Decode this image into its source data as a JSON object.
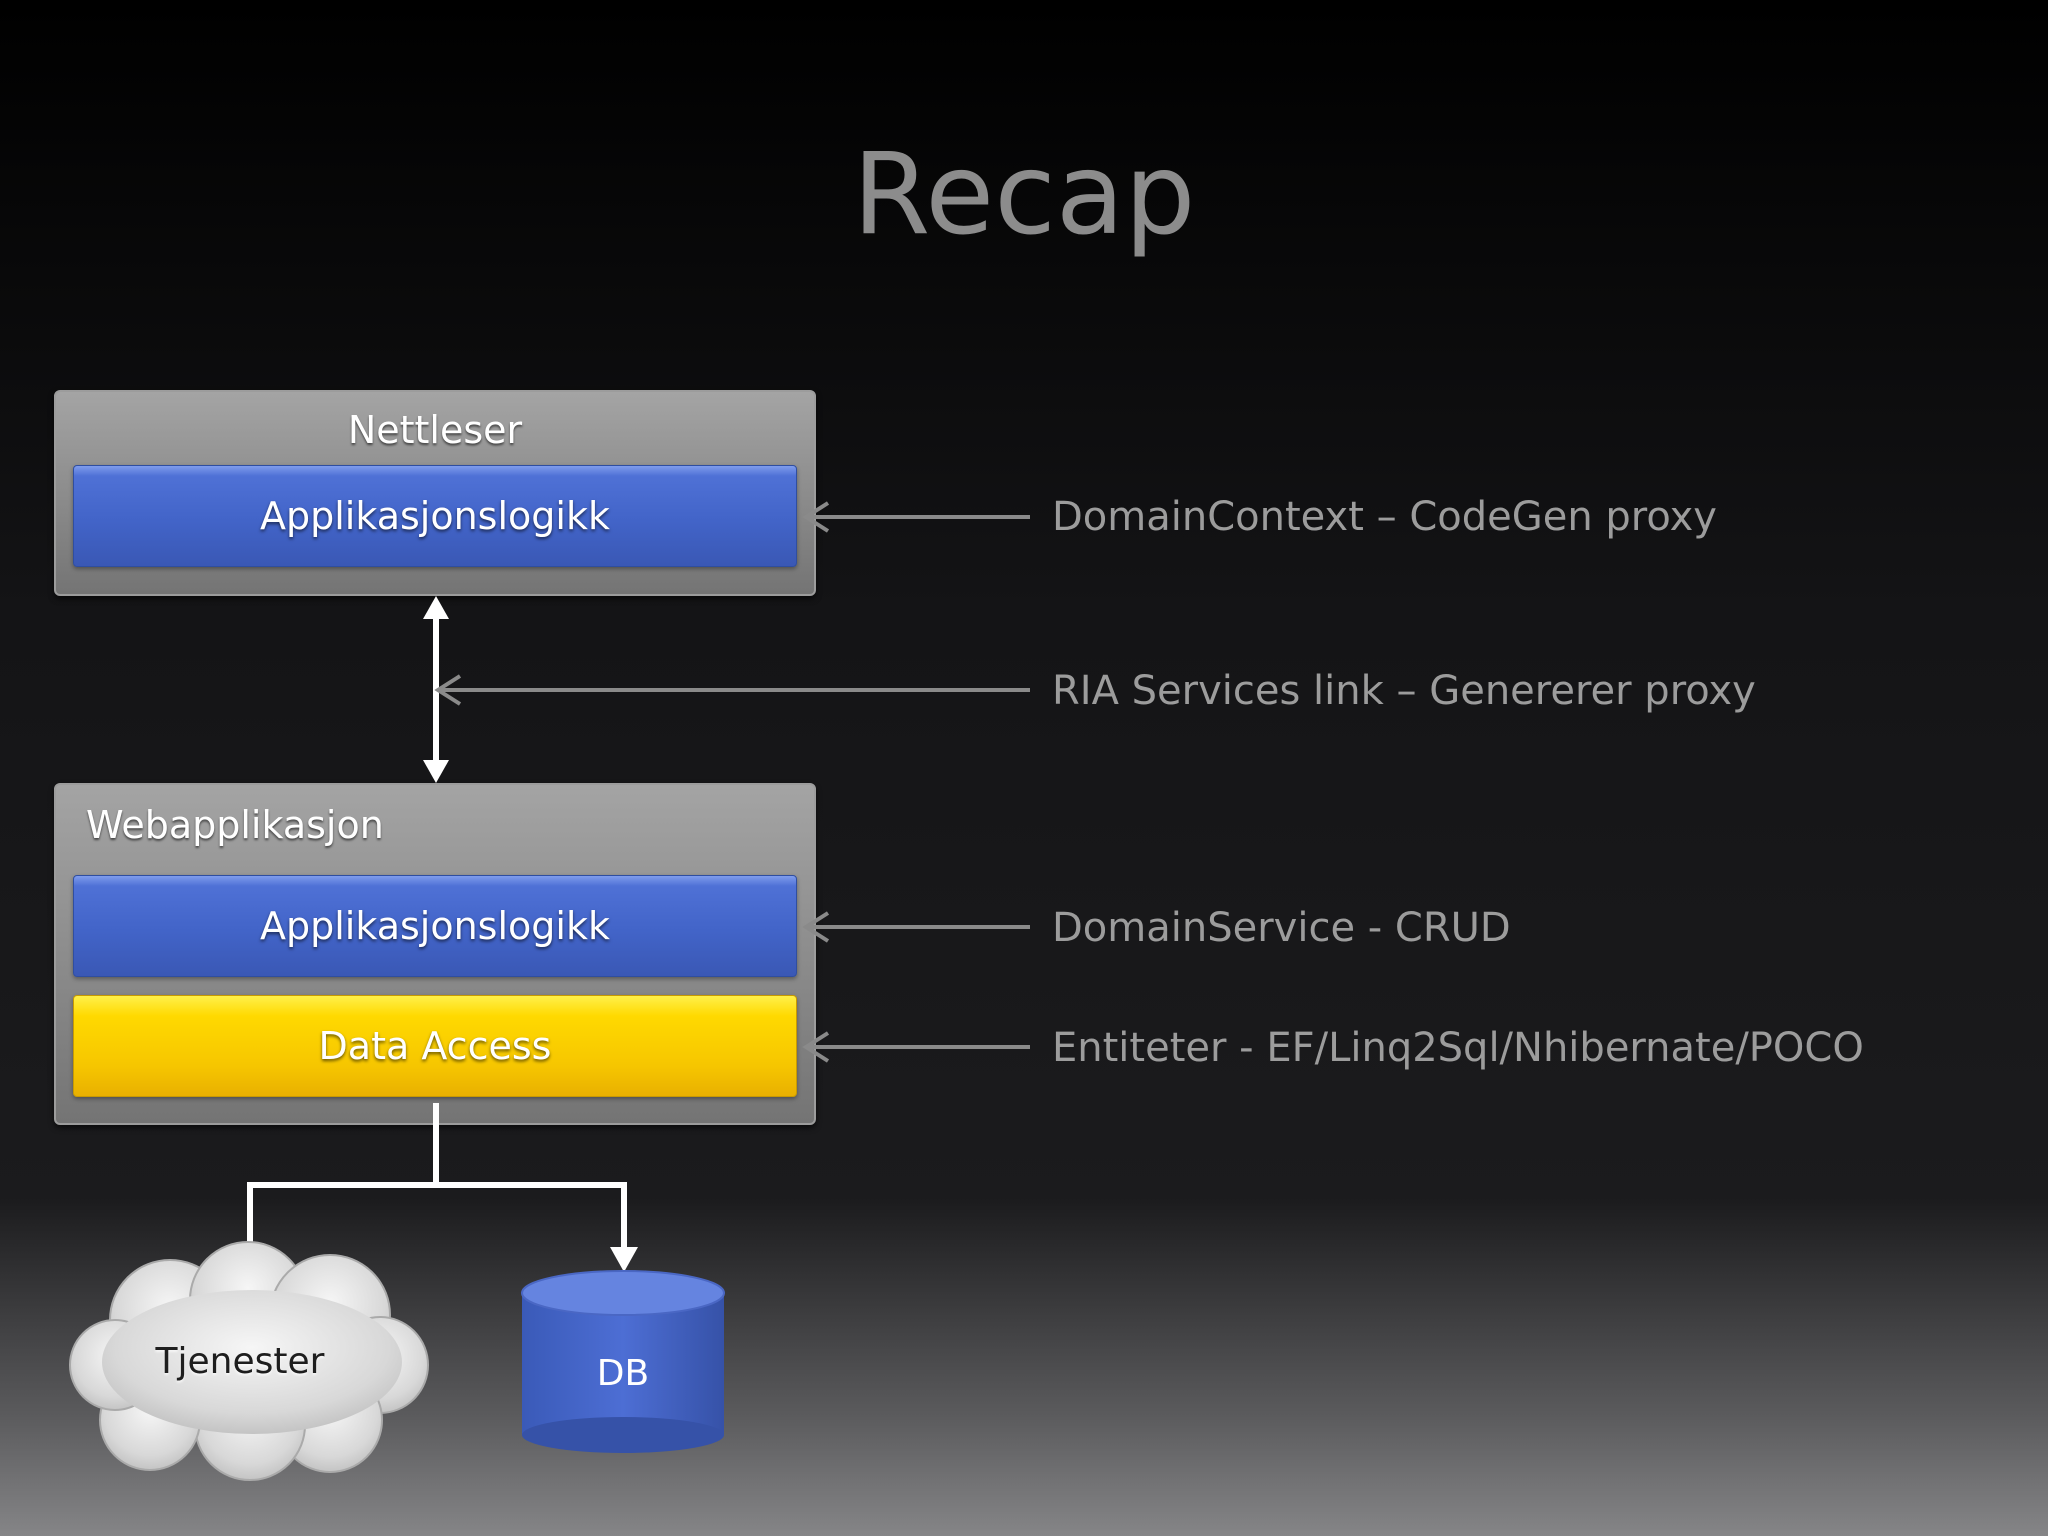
{
  "slide": {
    "title": "Recap"
  },
  "browser_panel": {
    "label": "Nettleser",
    "logic_bar": "Applikasjonslogikk"
  },
  "webapp_panel": {
    "label": "Webapplikasjon",
    "logic_bar": "Applikasjonslogikk",
    "data_bar": "Data Access"
  },
  "annotations": [
    "DomainContext – CodeGen proxy",
    "RIA Services link – Genererer proxy",
    "DomainService - CRUD",
    "Entiteter - EF/Linq2Sql/Nhibernate/POCO"
  ],
  "services": {
    "label": "Tjenester"
  },
  "database": {
    "label": "DB"
  },
  "colors": {
    "logic_blue": "#4264c8",
    "data_yellow": "#ffd900",
    "annotation_gray": "#9c9c9c",
    "title_gray": "#8c8c8c"
  }
}
